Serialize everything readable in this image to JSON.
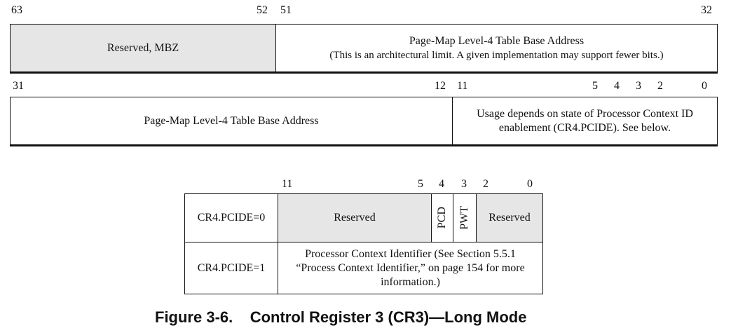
{
  "top_register": {
    "upper_row": {
      "bits": [
        "63",
        "52",
        "51",
        "32"
      ],
      "reserved_label": "Reserved, MBZ",
      "pml4_title": "Page-Map Level-4 Table Base Address",
      "pml4_note": "(This is an architectural limit. A given implementation may support fewer bits.)"
    },
    "lower_row": {
      "bits": [
        "31",
        "12",
        "11",
        "5",
        "4",
        "3",
        "2",
        "0"
      ],
      "pml4_label": "Page-Map Level-4 Table Base Address",
      "usage_line1": "Usage depends on state of Processor Context ID",
      "usage_line2": "enablement (CR4.PCIDE). See below."
    }
  },
  "pcide_table": {
    "bits": [
      "11",
      "5",
      "4",
      "3",
      "2",
      "0"
    ],
    "row0": {
      "label": "CR4.PCIDE=0",
      "reserved_left": "Reserved",
      "pcd": "PCD",
      "pwt": "PWT",
      "reserved_right": "Reserved"
    },
    "row1": {
      "label": "CR4.PCIDE=1",
      "line1": "Processor Context Identifier (See Section 5.5.1",
      "line2": "“Process Context Identifier,” on page 154 for more",
      "line3": "information.)"
    }
  },
  "caption": {
    "figure_number": "Figure 3-6.",
    "title": "Control Register 3 (CR3)—Long Mode"
  }
}
